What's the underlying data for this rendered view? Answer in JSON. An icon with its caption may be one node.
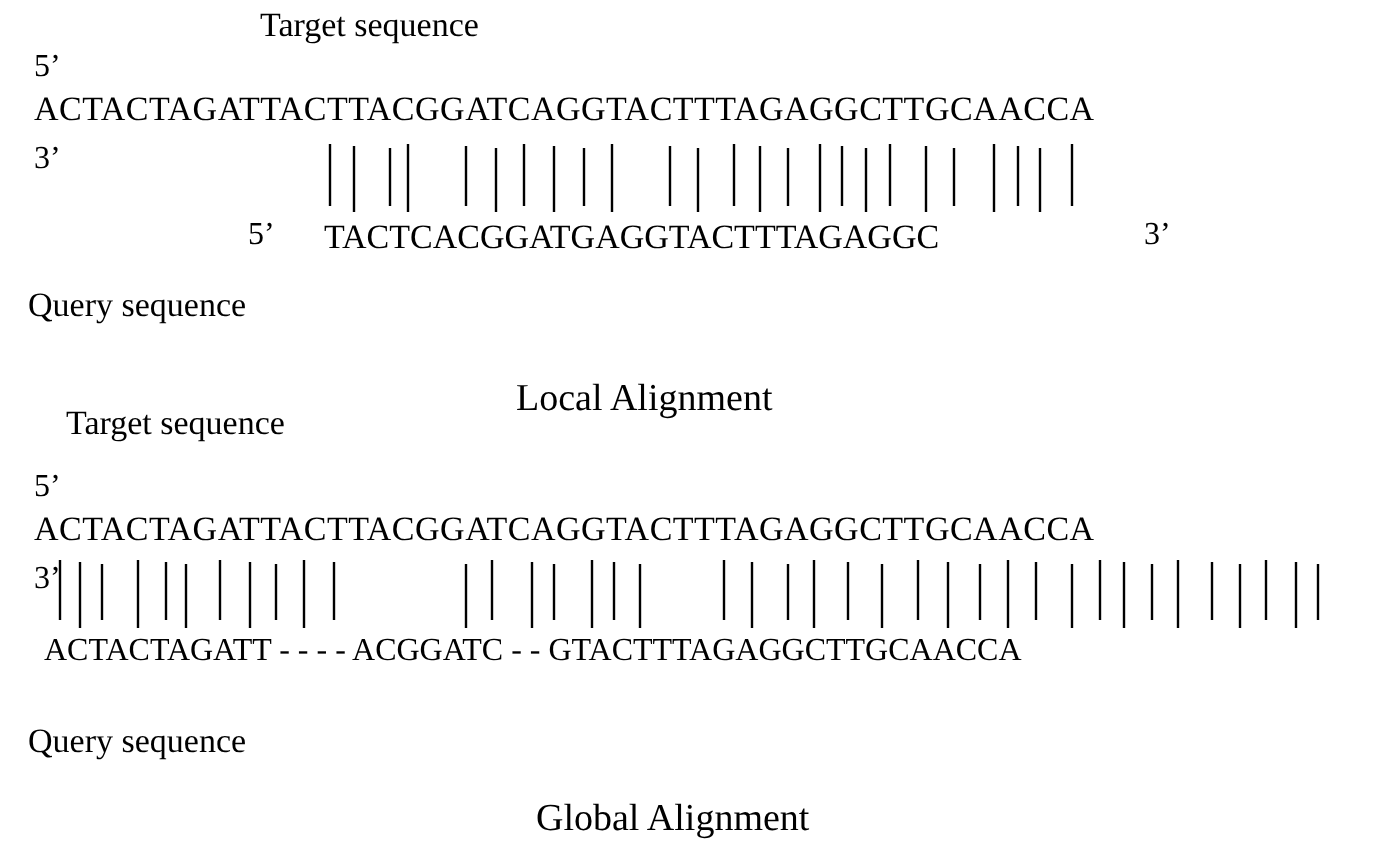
{
  "diagram": {
    "labels": [
      "Target sequence",
      "5’",
      "ACTACTAGATTACTTACGGATCAGGTACTTTAGAGGCTTGCAACCA",
      "3’",
      "5’",
      "TACTCACGGATGAGGTACTTTAGAGGC",
      "3’",
      "Query sequence",
      "Local Alignment",
      "Target sequence",
      "5’",
      "ACTACTAGATTACTTACGGATCAGGTACTTTAGAGGCTTGCAACCA",
      "3’",
      "ACTACTAGATT - - - - ACGGATC - - GTACTTTAGAGGCTTGCAACCA",
      "Query sequence",
      "Global Alignment"
    ]
  }
}
